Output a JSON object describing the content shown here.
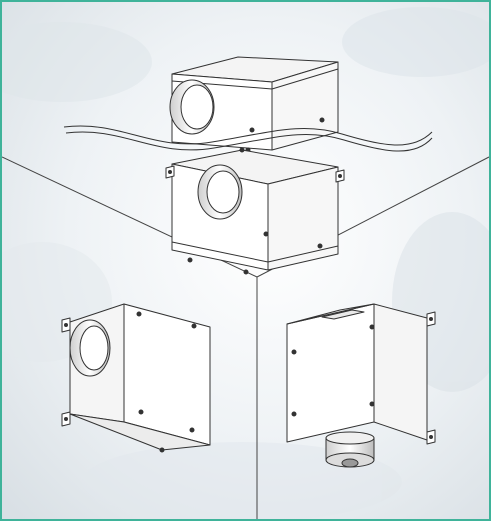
{
  "theme": {
    "border": "#3fb39a",
    "background": "#e9eef1",
    "line": "#333333",
    "box_fill": "#ffffff"
  },
  "scene": {
    "views": [
      "ceiling-mounted",
      "under-ceiling",
      "wall-mounted-side-spigot",
      "wall-mounted-bottom-spigot"
    ]
  }
}
